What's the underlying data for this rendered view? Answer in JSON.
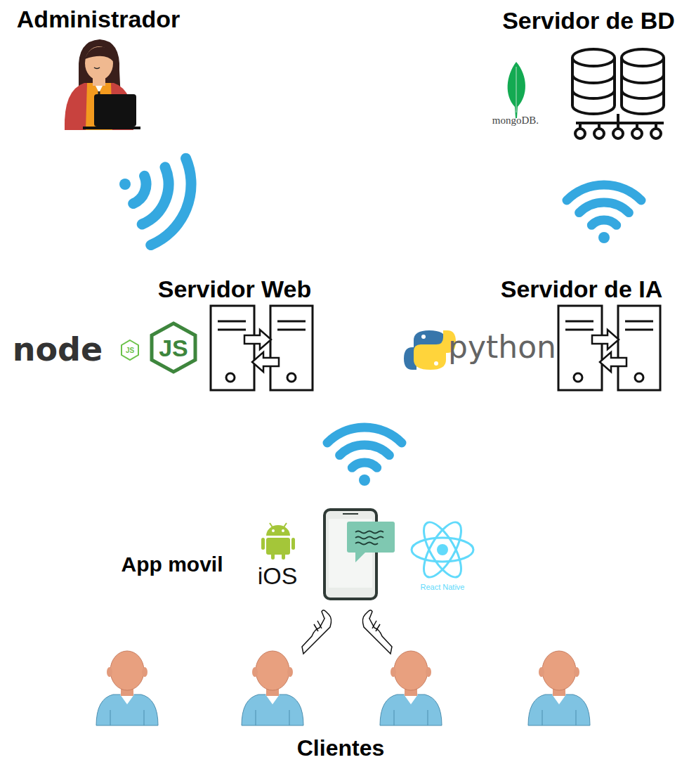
{
  "diagram": {
    "nodes": [
      {
        "text": [
          "Administrador"
        ]
      },
      {
        "text": [
          "Servidor de BD"
        ]
      },
      {
        "text": [
          "Servidor Web"
        ]
      },
      {
        "text": [
          "Servidor de IA"
        ]
      },
      {
        "text": [
          "App movil"
        ]
      },
      {
        "text": [
          "Clientes"
        ]
      }
    ],
    "labels": [
      "mongoDB.",
      "node",
      "JS",
      "JS",
      "python",
      "iOS",
      "React Native"
    ]
  }
}
